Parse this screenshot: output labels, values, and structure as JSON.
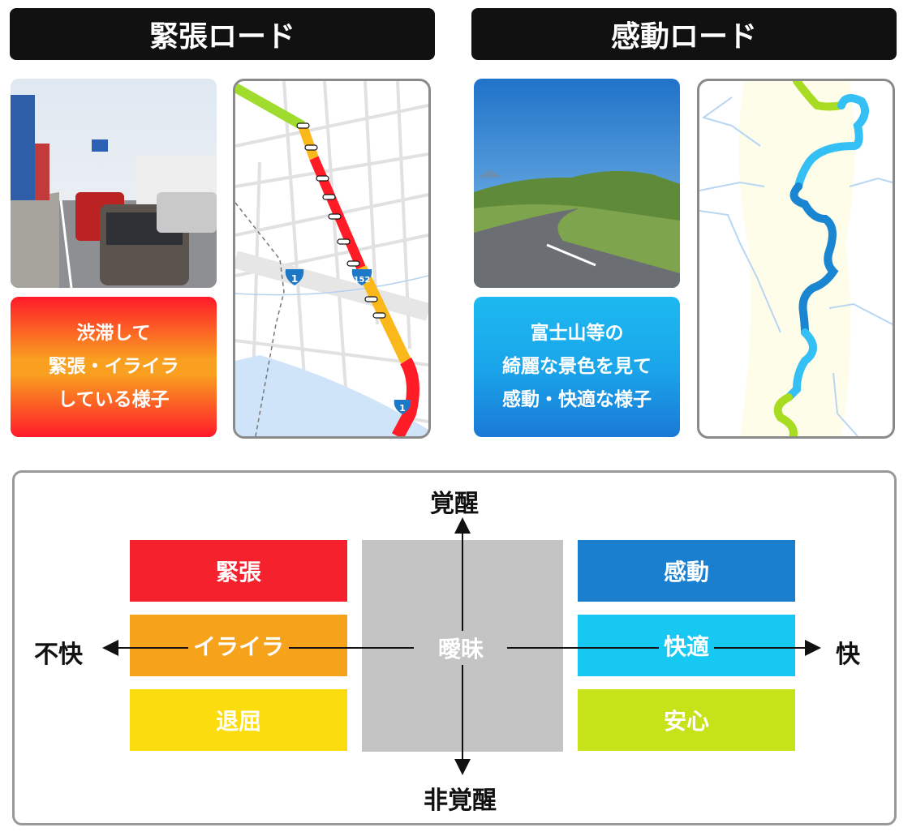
{
  "tension_road": {
    "title": "緊張ロード",
    "caption": [
      "渋滞して",
      "緊張・イライラ",
      "している様子"
    ],
    "map_shields": [
      "1",
      "152",
      "1"
    ]
  },
  "emotion_road": {
    "title": "感動ロード",
    "caption": [
      "富士山等の",
      "綺麗な景色を見て",
      "感動・快適な様子"
    ]
  },
  "diagram": {
    "axis_top": "覚醒",
    "axis_bottom": "非覚醒",
    "axis_left": "不快",
    "axis_right": "快",
    "center": "曖昧",
    "left_cells": [
      {
        "label": "緊張",
        "color": "#f5222d"
      },
      {
        "label": "イライラ",
        "color": "#f7a21b"
      },
      {
        "label": "退屈",
        "color": "#fbdc0e"
      }
    ],
    "right_cells": [
      {
        "label": "感動",
        "color": "#1a7fcf"
      },
      {
        "label": "快適",
        "color": "#17c9f2"
      },
      {
        "label": "安心",
        "color": "#c6e31a"
      }
    ],
    "center_color": "#c4c4c4"
  }
}
